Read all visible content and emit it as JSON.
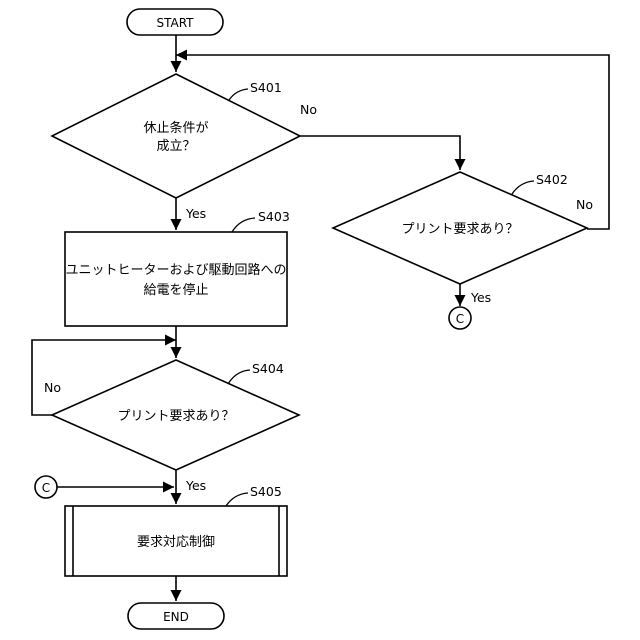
{
  "terminals": {
    "start": "START",
    "end": "END"
  },
  "steps": {
    "s401": {
      "id": "S401",
      "line1": "休止条件が",
      "line2": "成立？"
    },
    "s402": {
      "id": "S402",
      "text": "プリント要求あり？"
    },
    "s403": {
      "id": "S403",
      "line1": "ユニットヒーターおよび駆動回路への",
      "line2": "給電を停止"
    },
    "s404": {
      "id": "S404",
      "text": "プリント要求あり？"
    },
    "s405": {
      "id": "S405",
      "text": "要求対応制御"
    }
  },
  "branches": {
    "s401_yes": "Yes",
    "s401_no": "No",
    "s402_yes": "Yes",
    "s402_no": "No",
    "s404_yes": "Yes",
    "s404_no": "No"
  },
  "connectors": {
    "c_out": "C",
    "c_in": "C"
  }
}
